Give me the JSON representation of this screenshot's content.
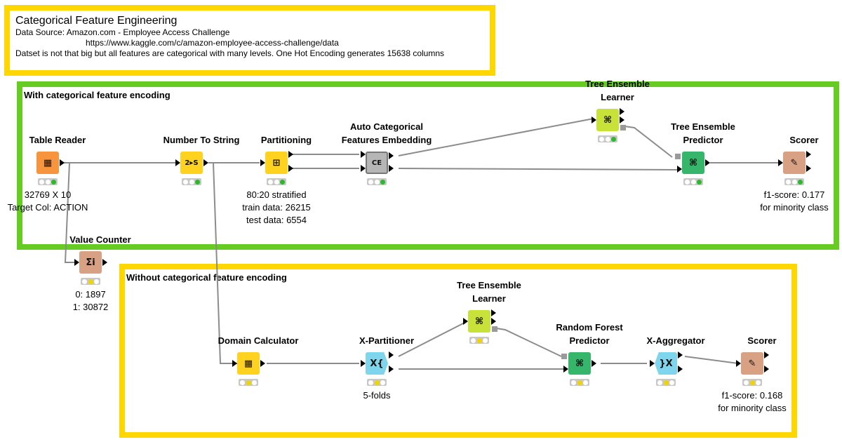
{
  "header": {
    "title": "Categorical Feature Engineering",
    "line1": "Data Source:  Amazon.com - Employee Access Challenge",
    "line2": "https://www.kaggle.com/c/amazon-employee-access-challenge/data",
    "line3": "Datset is not that big but all features are categorical with many levels. One Hot Encoding    generates 15638 columns"
  },
  "groups": {
    "with_encoding": "With categorical feature encoding",
    "without_encoding": "Without categorical feature encoding"
  },
  "colors": {
    "header_border": "#ffd700",
    "green_border": "#66cc22",
    "yellow_border": "#ffd700",
    "reader": "#f7943e",
    "manipulator": "#ffd21f",
    "learner": "#c9e23a",
    "predictor": "#35b66a",
    "scorer": "#d9a184",
    "loop": "#7fd6ec",
    "embedding": "#b6b6b6"
  },
  "nodes": {
    "table_reader": {
      "title": "Table Reader",
      "icon": "table-reader-icon",
      "glyph": "▦",
      "note1": "32769 X 10",
      "note2": "Target Col: ACTION",
      "status": [
        "off",
        "off",
        "green"
      ]
    },
    "number_to_string": {
      "title": "Number To String",
      "icon": "number-to-string-icon",
      "glyph": "2▸S",
      "status": [
        "off",
        "off",
        "green"
      ]
    },
    "partitioning": {
      "title": "Partitioning",
      "icon": "partitioning-icon",
      "glyph": "⊞",
      "note1": "80:20 stratified",
      "note2": "train data:  26215",
      "note3": "test data: 6554",
      "status": [
        "off",
        "off",
        "green"
      ]
    },
    "auto_cat": {
      "title1": "Auto Categorical",
      "title2": "Features Embedding",
      "icon": "embedding-icon",
      "glyph": "CE",
      "status": [
        "off",
        "off",
        "green"
      ]
    },
    "te_learner_1": {
      "title1": "Tree Ensemble",
      "title2": "Learner",
      "icon": "tree-learner-icon",
      "glyph": "⌘",
      "status": [
        "off",
        "off",
        "green"
      ]
    },
    "te_predictor_1": {
      "title1": "Tree Ensemble",
      "title2": "Predictor",
      "icon": "tree-predictor-icon",
      "glyph": "⌘",
      "status": [
        "off",
        "off",
        "green"
      ]
    },
    "scorer_1": {
      "title": "Scorer",
      "icon": "scorer-icon",
      "glyph": "✎",
      "note1": "f1-score: 0.177",
      "note2": "for minority class",
      "status": [
        "off",
        "off",
        "green"
      ]
    },
    "value_counter": {
      "title": "Value Counter",
      "icon": "sum-icon",
      "glyph": "Σi",
      "note1": "0: 1897",
      "note2": "1: 30872",
      "status": [
        "off",
        "yellow",
        "off"
      ]
    },
    "domain_calc": {
      "title": "Domain Calculator",
      "icon": "domain-calculator-icon",
      "glyph": "▦",
      "status": [
        "off",
        "yellow",
        "off"
      ]
    },
    "x_partitioner": {
      "title": "X-Partitioner",
      "icon": "x-partitioner-icon",
      "glyph": "X{",
      "note1": "5-folds",
      "status": [
        "off",
        "yellow",
        "off"
      ]
    },
    "te_learner_2": {
      "title1": "Tree Ensemble",
      "title2": "Learner",
      "icon": "tree-learner-icon",
      "glyph": "⌘",
      "status": [
        "off",
        "yellow",
        "off"
      ]
    },
    "rf_predictor": {
      "title1": "Random Forest",
      "title2": "Predictor",
      "icon": "random-forest-predictor-icon",
      "glyph": "⌘",
      "status": [
        "off",
        "yellow",
        "off"
      ]
    },
    "x_aggregator": {
      "title": "X-Aggregator",
      "icon": "x-aggregator-icon",
      "glyph": "}X",
      "status": [
        "off",
        "yellow",
        "off"
      ]
    },
    "scorer_2": {
      "title": "Scorer",
      "icon": "scorer-icon",
      "glyph": "✎",
      "note1": "f1-score: 0.168",
      "note2": "for minority class",
      "status": [
        "off",
        "yellow",
        "off"
      ]
    }
  }
}
